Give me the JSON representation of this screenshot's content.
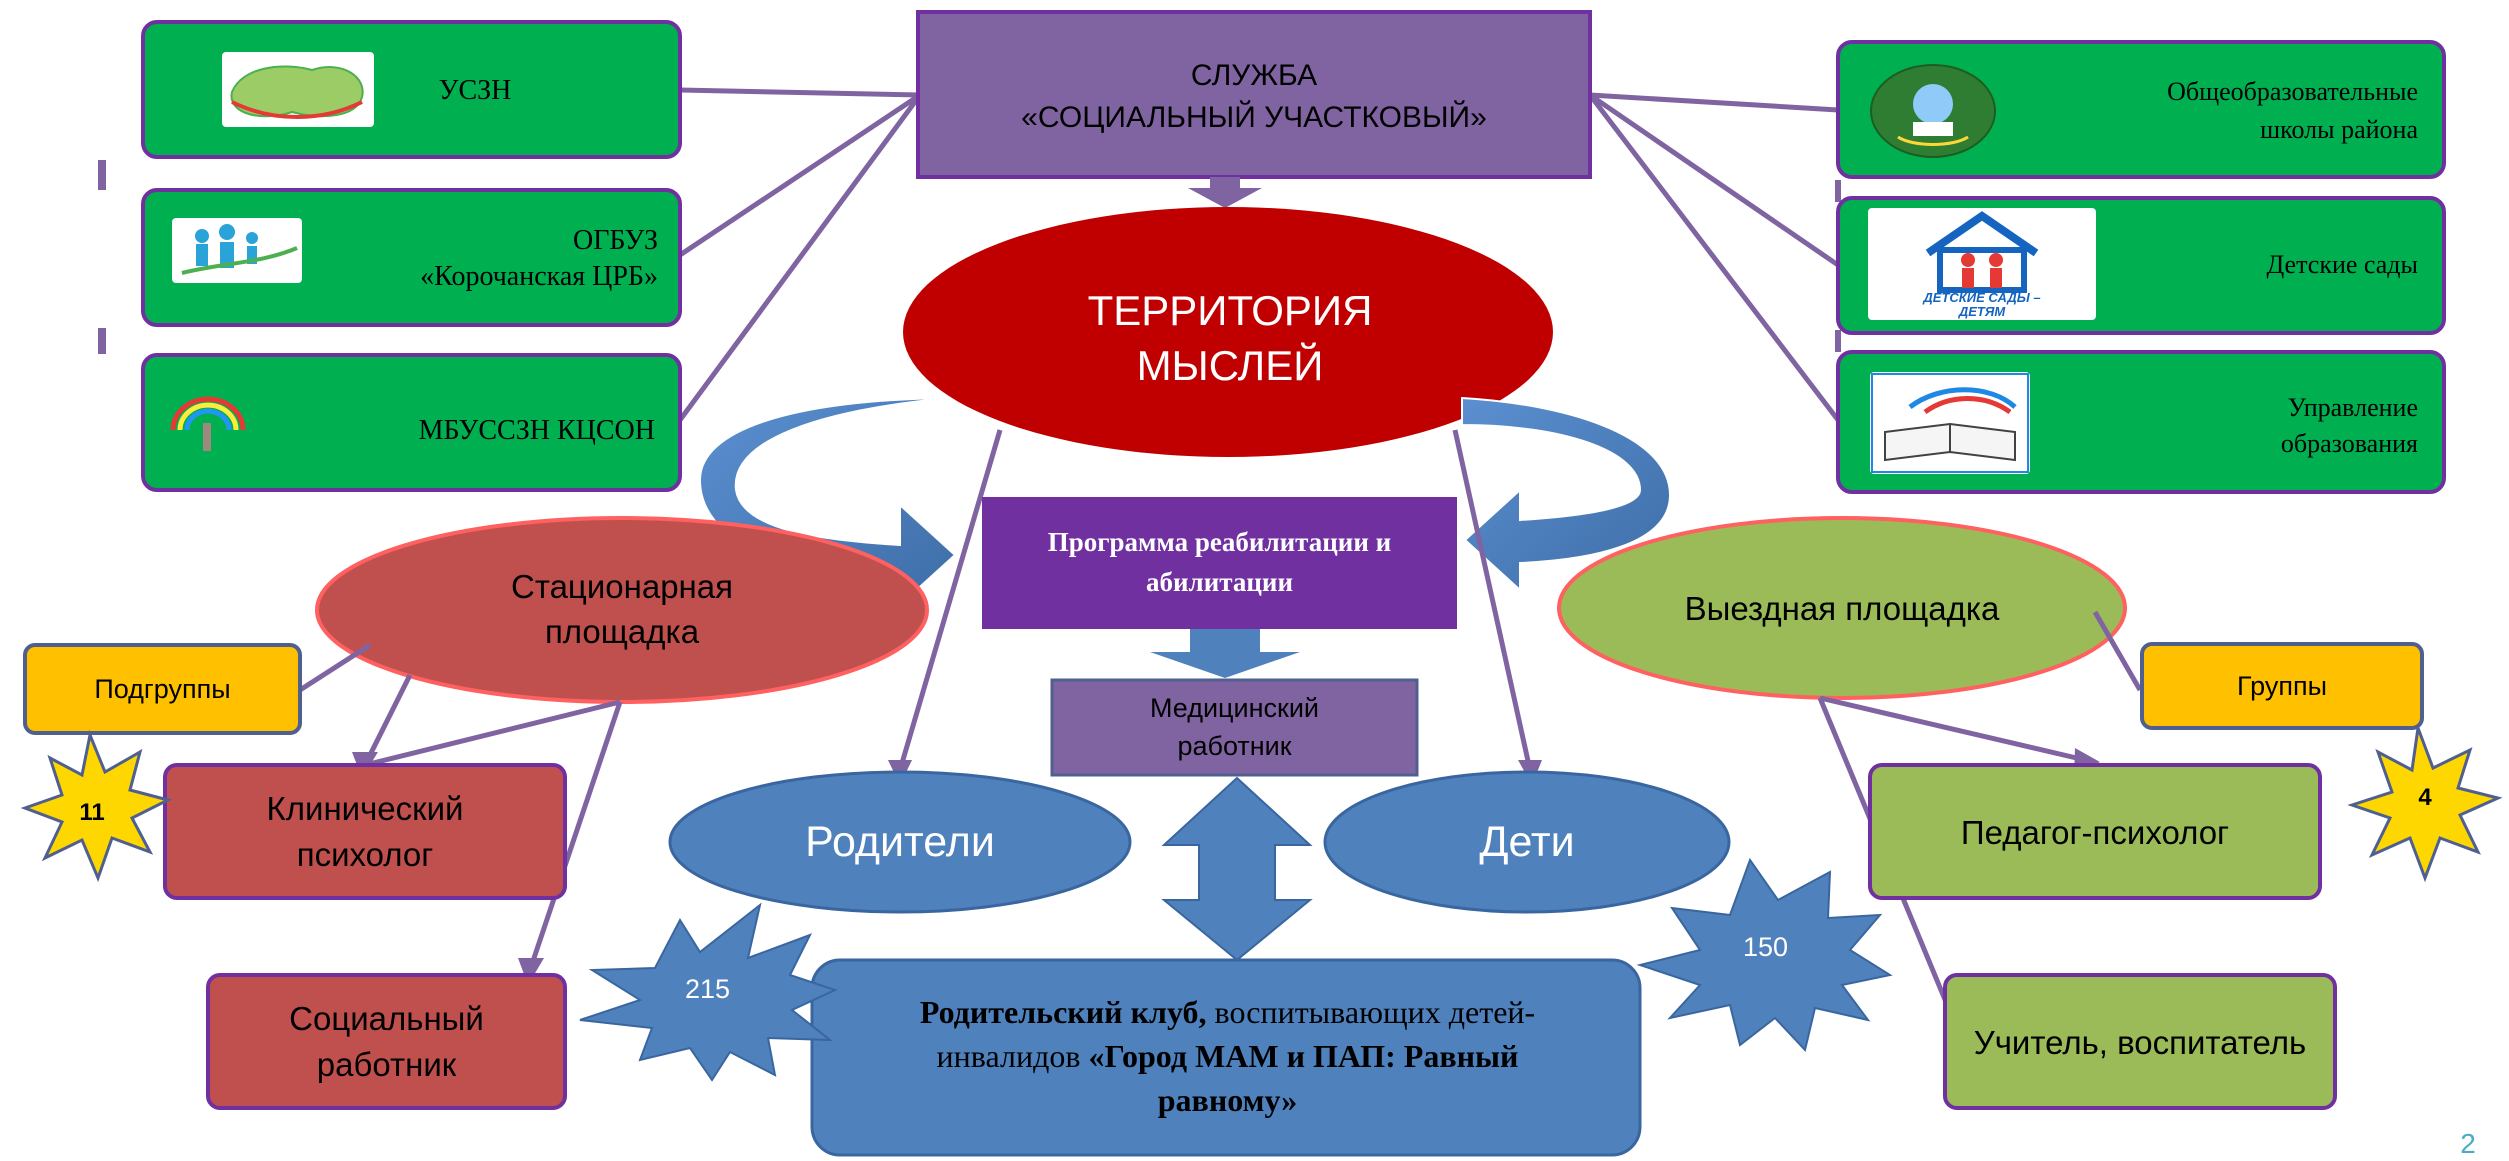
{
  "service_title": {
    "line1": "СЛУЖБА",
    "line2": "«СОЦИАЛЬНЫЙ УЧАСТКОВЫЙ»"
  },
  "territory": {
    "line1": "ТЕРРИТОРИЯ",
    "line2": "МЫСЛЕЙ"
  },
  "partners_left": [
    {
      "label": "УСЗН"
    },
    {
      "label_line1": "ОГБУЗ",
      "label_line2": "«Корочанская ЦРБ»"
    },
    {
      "label": "МБУССЗН КЦСОН"
    }
  ],
  "partners_right": [
    {
      "label_line1": "Общеобразовательные",
      "label_line2": "школы района"
    },
    {
      "label": "Детские сады",
      "logo_text_line1": "ДЕТСКИЕ САДЫ –",
      "logo_text_line2": "ДЕТЯМ"
    },
    {
      "label_line1": "Управление",
      "label_line2": "образования"
    }
  ],
  "program": {
    "line1": "Программа реабилитации и",
    "line2": "абилитации"
  },
  "medic": {
    "line1": "Медицинский",
    "line2": "работник"
  },
  "stationary": {
    "line1": "Стационарная",
    "line2": "площадка"
  },
  "outreach": {
    "label": "Выездная площадка"
  },
  "subgroups": {
    "label": "Подгруппы",
    "count": "11"
  },
  "groups": {
    "label": "Группы",
    "count": "4"
  },
  "clinical_psychologist": {
    "line1": "Клинический",
    "line2": "психолог"
  },
  "social_worker": {
    "line1": "Социальный",
    "line2": "работник"
  },
  "teacher_psychologist": {
    "label": "Педагог-психолог"
  },
  "teacher": {
    "label": "Учитель, воспитатель"
  },
  "parents": {
    "label": "Родители",
    "count": "215"
  },
  "children": {
    "label": "Дети",
    "count": "150"
  },
  "club": {
    "bold1": "Родительский клуб,",
    "normal1": " воспитывающих детей-",
    "normal2": "инвалидов ",
    "bold2": "«Город МАМ и ПАП: Равный",
    "bold3": "равному»"
  },
  "page_number": "2",
  "colors": {
    "green": "#00b050",
    "purple_border": "#7030a0",
    "purple_box": "#8064a2",
    "program_purple": "#7030a0",
    "red_ellipse": "#c00000",
    "brick": "#c0504d",
    "olive": "#9bbb59",
    "blue": "#4f81bd",
    "gold": "#ffc000",
    "star_yellow": "#ffd700",
    "line": "#8064a2"
  }
}
